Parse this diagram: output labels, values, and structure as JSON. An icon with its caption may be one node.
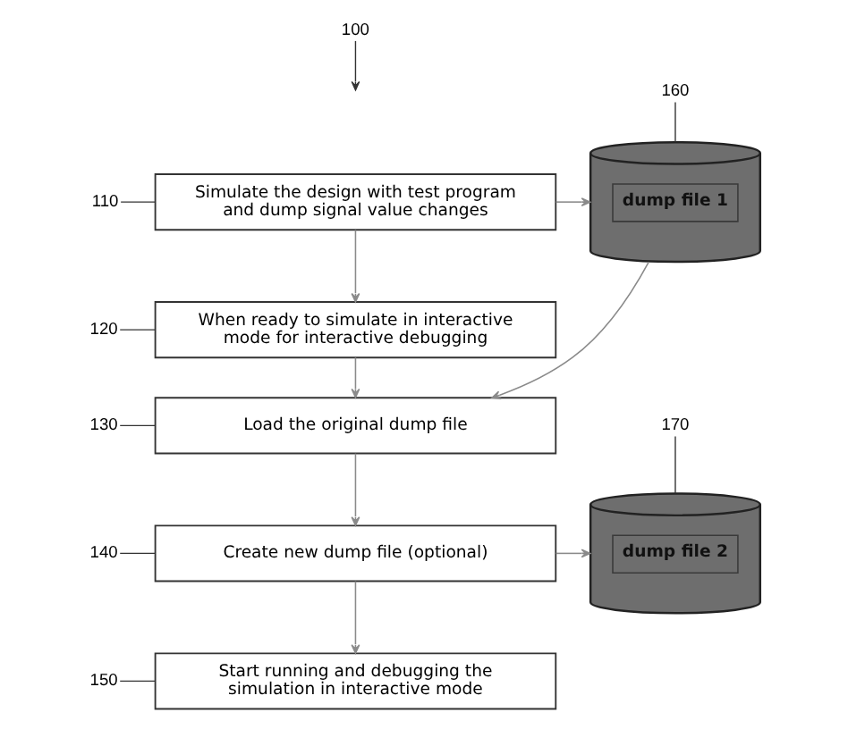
{
  "diagram": {
    "nodes": [
      {
        "text": [
          "100"
        ]
      },
      {
        "text": [
          "110"
        ]
      },
      {
        "text": [
          "Simulate the design with test program and dump signal value changes"
        ]
      },
      {
        "text": [
          "160"
        ]
      },
      {
        "text": [
          "dump file 1"
        ]
      },
      {
        "text": [
          "120"
        ]
      },
      {
        "text": [
          "When ready to simulate in interactive mode for interactive debugging"
        ]
      },
      {
        "text": [
          "130"
        ]
      },
      {
        "text": [
          "Load the original dump file"
        ]
      },
      {
        "text": [
          "140"
        ]
      },
      {
        "text": [
          "Create new dump file (optional)"
        ]
      },
      {
        "text": [
          "170"
        ]
      },
      {
        "text": [
          "dump file 2"
        ]
      },
      {
        "text": [
          "150"
        ]
      },
      {
        "text": [
          "Start running and debugging the simulation in interactive mode"
        ]
      }
    ],
    "edges": [
      {
        "from": 0,
        "to": null,
        "arrow": "to"
      },
      {
        "from": 1,
        "to": 2,
        "arrow": "none"
      },
      {
        "from": 2,
        "to": 4,
        "arrow": "to"
      },
      {
        "from": 3,
        "to": 4,
        "arrow": "none"
      },
      {
        "from": 2,
        "to": 6,
        "arrow": "to"
      },
      {
        "from": 5,
        "to": 6,
        "arrow": "none"
      },
      {
        "from": 6,
        "to": 8,
        "arrow": "to"
      },
      {
        "from": 4,
        "to": 8,
        "arrow": "to"
      },
      {
        "from": 7,
        "to": 8,
        "arrow": "none"
      },
      {
        "from": 8,
        "to": 10,
        "arrow": "to"
      },
      {
        "from": 9,
        "to": 10,
        "arrow": "none"
      },
      {
        "from": 10,
        "to": 12,
        "arrow": "to"
      },
      {
        "from": 11,
        "to": 12,
        "arrow": "none"
      },
      {
        "from": 10,
        "to": 14,
        "arrow": "to"
      },
      {
        "from": 13,
        "to": 14,
        "arrow": "none"
      }
    ]
  }
}
